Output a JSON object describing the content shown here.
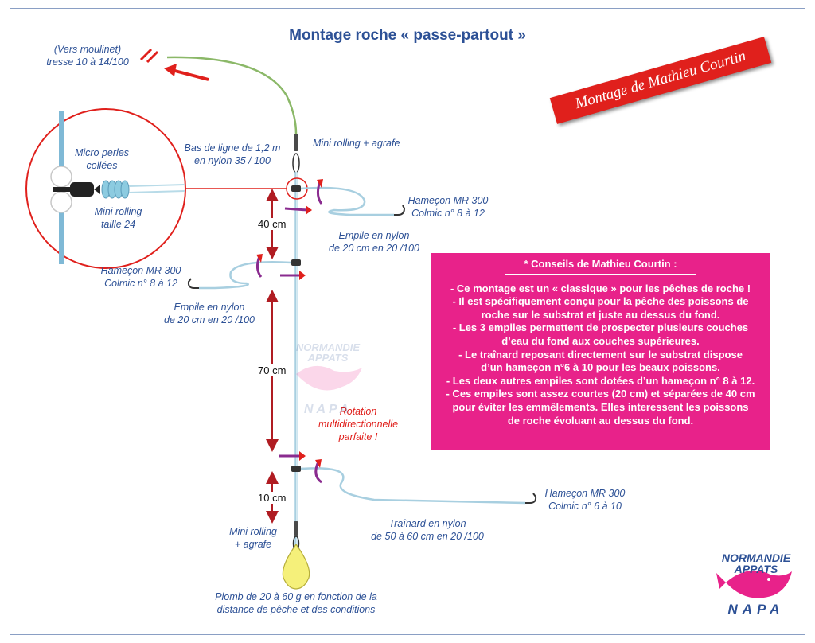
{
  "title": "Montage roche « passe-partout »",
  "badge": "Montage de Mathieu Courtin",
  "labels": {
    "reel_line_1": "(Vers moulinet)",
    "reel_line_2": "tresse 10 à 14/100",
    "leader_1": "Bas de ligne de 1,2 m",
    "leader_2": "en nylon 35 / 100",
    "mini_rolling_top": "Mini rolling + agrafe",
    "zoom_beads_1": "Micro perles",
    "zoom_beads_2": "collées",
    "zoom_rolling_1": "Mini rolling",
    "zoom_rolling_2": "taille 24",
    "hook_top_1": "Hameçon MR 300",
    "hook_top_2": "Colmic n° 8 à 12",
    "snood_top_1": "Empile en nylon",
    "snood_top_2": "de 20 cm en 20 /100",
    "hook_mid_1": "Hameçon MR 300",
    "hook_mid_2": "Colmic n° 8 à 12",
    "snood_mid_1": "Empile en nylon",
    "snood_mid_2": "de 20 cm en 20 /100",
    "rotation_1": "Rotation",
    "rotation_2": "multidirectionnelle",
    "rotation_3": "parfaite !",
    "hook_bottom_1": "Hameçon MR 300",
    "hook_bottom_2": "Colmic n° 6 à 10",
    "trailer_1": "Traînard en nylon",
    "trailer_2": "de 50 à 60 cm en 20 /100",
    "mini_rolling_bottom_1": "Mini rolling",
    "mini_rolling_bottom_2": "+ agrafe",
    "sinker_1": "Plomb de 20 à 60 g en fonction de la",
    "sinker_2": "distance de pêche et des conditions"
  },
  "measures": {
    "top": "40 cm",
    "middle": "70 cm",
    "bottom": "10 cm"
  },
  "advice": {
    "title": "* Conseils de Mathieu Courtin :",
    "lines": [
      "- Ce montage est un « classique » pour les pêches de roche !",
      "- Il est spécifiquement conçu pour  la pêche des poissons de",
      "roche sur le substrat et juste au dessus du fond.",
      "- Les 3 empiles permettent de prospecter plusieurs couches",
      "d’eau du fond aux couches supérieures.",
      "- Le traînard reposant directement sur le substrat dispose",
      "d’un hameçon n°6 à 10 pour les beaux poissons.",
      "- Les deux autres empiles sont dotées d’un hameçon n° 8 à 12.",
      "- Ces empiles sont assez courtes (20 cm) et séparées de 40 cm",
      "pour éviter les emmêlements. Elles interessent les poissons",
      "de roche évoluant au dessus du fond."
    ]
  },
  "logo": {
    "line1": "NORMANDIE",
    "line2": "APPATS",
    "line3": "NAPA"
  },
  "colors": {
    "title_blue": "#2d5196",
    "badge_red": "#e0201c",
    "advice_pink": "#e8228a",
    "main_line": "#a8cfe0",
    "braid_green": "#8bb868",
    "arrow_red": "#c8202a",
    "sinker_yellow": "#f5f07a"
  }
}
